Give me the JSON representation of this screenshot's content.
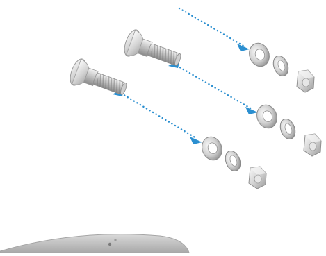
{
  "diagram": {
    "kind": "exploded-hardware-assembly",
    "parts": [
      {
        "name": "carriage-bolt"
      },
      {
        "name": "flat-washer"
      },
      {
        "name": "lock-washer"
      },
      {
        "name": "hex-nut"
      }
    ],
    "assemblies_count": 3,
    "colors": {
      "arrow": "#2b8fd0",
      "metal_light": "#f2f2f2",
      "metal_mid": "#c8c8c8",
      "metal_dark": "#8f8f8f",
      "plate": "#c7c7c7"
    }
  }
}
